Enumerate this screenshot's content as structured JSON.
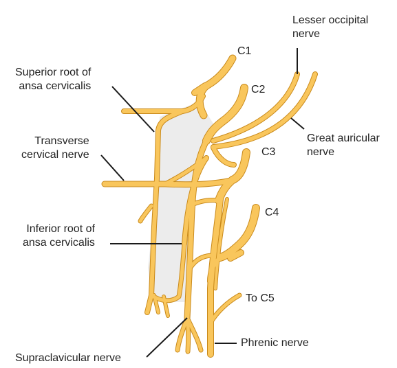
{
  "labels": {
    "c1": "C1",
    "c2": "C2",
    "c3": "C3",
    "c4": "C4",
    "to_c5": "To C5",
    "lesser_occipital": [
      "Lesser occipital",
      "nerve"
    ],
    "great_auricular": [
      "Great auricular",
      "nerve"
    ],
    "superior_root": [
      "Superior root of",
      "ansa cervicalis"
    ],
    "transverse_cervical": [
      "Transverse",
      "cervical nerve"
    ],
    "inferior_root": [
      "Inferior root of",
      "ansa cervicalis"
    ],
    "supraclavicular": "Supraclavicular nerve",
    "phrenic": "Phrenic nerve"
  },
  "colors": {
    "nerve_fill": "#f9c65c",
    "nerve_edge": "#c98a1c",
    "region_fill": "#ececec",
    "leader_line": "#1a1a1a",
    "text": "#222222"
  }
}
